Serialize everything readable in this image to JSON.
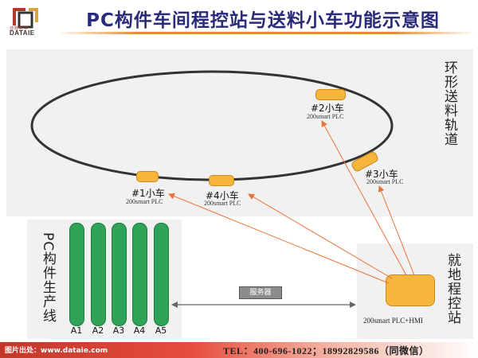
{
  "header": {
    "logo_cn": "迪胜数字",
    "logo_en": "DATAIE",
    "title": "PC构件车间程控站与送料小车功能示意图"
  },
  "track": {
    "label": "环形送料轨道"
  },
  "carts": [
    {
      "id": "cart-2",
      "title": "#2小车",
      "subtitle": "200smart PLC"
    },
    {
      "id": "cart-3",
      "title": "#3小车",
      "subtitle": "200smart PLC"
    },
    {
      "id": "cart-1",
      "title": "#1小车",
      "subtitle": "200smart PLC"
    },
    {
      "id": "cart-4",
      "title": "#4小车",
      "subtitle": "200smart PLC"
    }
  ],
  "production_line": {
    "label": "PC构件生产线",
    "lines": [
      "A1",
      "A2",
      "A3",
      "A4",
      "A5"
    ]
  },
  "server": {
    "label": "服务器"
  },
  "station": {
    "label": "就地程控站",
    "subtitle": "200smart PLC+HMI"
  },
  "footer": {
    "source": "图片出处：www.dataie.com",
    "contact": "TEL：400-696-1022；18992829586（同微信）"
  },
  "colors": {
    "cart": "#f6b53c",
    "line": "#2fa357",
    "arrow": "#e8743b",
    "panel": "#f1f1f1",
    "title": "#2a2a7a"
  }
}
